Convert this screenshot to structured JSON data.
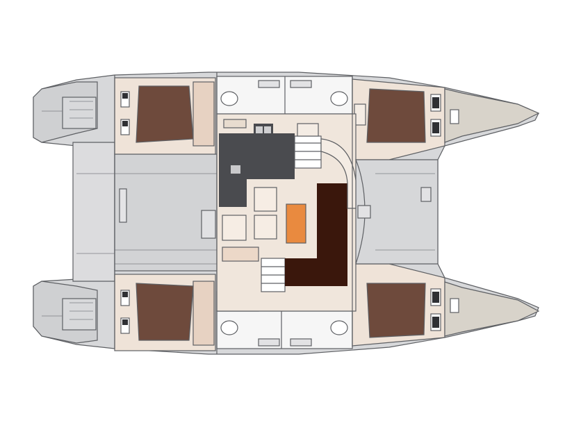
{
  "diagram": {
    "type": "catamaran-deck-layout",
    "colors": {
      "background": "#ffffff",
      "hull": "#d7d8da",
      "deck": "#dcdcde",
      "deck_shadow": "#c8c9cb",
      "outline": "#5d5f63",
      "cabin_floor": "#efe3d8",
      "cabin_accent": "#e7d2c2",
      "bed": "#6e4a3c",
      "bed_shade": "#5a3a2e",
      "galley_counter": "#4a4b4f",
      "salon_floor": "#f0e6dc",
      "salon_table": "#e98a3f",
      "dinette": "#3a170c",
      "bathroom": "#f6f6f6",
      "bow_tip": "#d8d3ca",
      "window": "#2f3034"
    },
    "regions": [
      "port-aft-cabin",
      "port-forward-cabin",
      "starboard-aft-cabin",
      "starboard-forward-cabin",
      "port-heads",
      "starboard-heads",
      "galley",
      "salon",
      "dinette",
      "aft-cockpit",
      "forward-trampoline",
      "port-bow",
      "starboard-bow",
      "port-transom",
      "starboard-transom"
    ]
  }
}
